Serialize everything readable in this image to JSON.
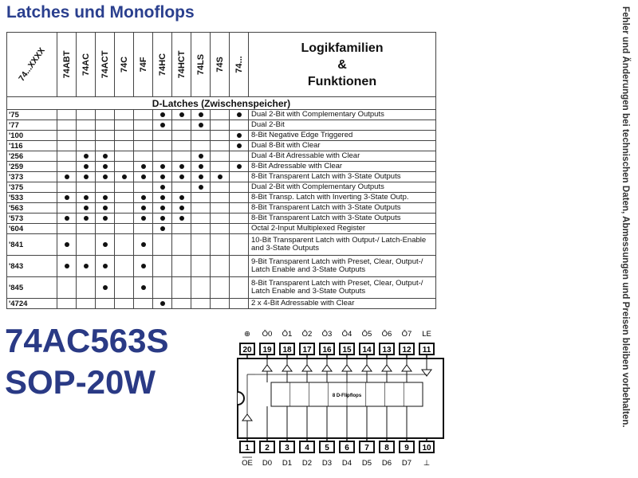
{
  "title": "Latches und Monoflops",
  "side_note": "Fehler und Änderungen bei technischen Daten, Abmessungen und Preisen bleiben vorbehalten.",
  "table": {
    "corner_label": "74...XXXX",
    "families": [
      "74ABT",
      "74AC",
      "74ACT",
      "74C",
      "74F",
      "74HC",
      "74HCT",
      "74LS",
      "74S",
      "74..."
    ],
    "function_header": [
      "Logikfamilien",
      "&",
      "Funktionen"
    ],
    "section": "D-Latches (Zwischenspeicher)",
    "rows": [
      {
        "part": "'75",
        "dots": [
          0,
          0,
          0,
          0,
          0,
          1,
          1,
          1,
          0,
          1
        ],
        "desc": "Dual 2-Bit with Complementary Outputs"
      },
      {
        "part": "'77",
        "dots": [
          0,
          0,
          0,
          0,
          0,
          1,
          0,
          1,
          0,
          0
        ],
        "desc": "Dual 2-Bit"
      },
      {
        "part": "'100",
        "dots": [
          0,
          0,
          0,
          0,
          0,
          0,
          0,
          0,
          0,
          1
        ],
        "desc": "8-Bit Negative Edge Triggered"
      },
      {
        "part": "'116",
        "dots": [
          0,
          0,
          0,
          0,
          0,
          0,
          0,
          0,
          0,
          1
        ],
        "desc": "Dual 8-Bit with Clear"
      },
      {
        "part": "'256",
        "dots": [
          0,
          1,
          1,
          0,
          0,
          0,
          0,
          1,
          0,
          0
        ],
        "desc": "Dual 4-Bit Adressable with Clear"
      },
      {
        "part": "'259",
        "dots": [
          0,
          1,
          1,
          0,
          1,
          1,
          1,
          1,
          0,
          1
        ],
        "desc": "8-Bit Adressable with Clear"
      },
      {
        "part": "'373",
        "dots": [
          1,
          1,
          1,
          1,
          1,
          1,
          1,
          1,
          1,
          0
        ],
        "desc": "8-Bit Transparent Latch with 3-State Outputs"
      },
      {
        "part": "'375",
        "dots": [
          0,
          0,
          0,
          0,
          0,
          1,
          0,
          1,
          0,
          0
        ],
        "desc": "Dual 2-Bit with Complementary Outputs"
      },
      {
        "part": "'533",
        "dots": [
          1,
          1,
          1,
          0,
          1,
          1,
          1,
          0,
          0,
          0
        ],
        "desc": "8-Bit Transp. Latch with Inverting 3-State Outp."
      },
      {
        "part": "'563",
        "dots": [
          0,
          1,
          1,
          0,
          1,
          1,
          1,
          0,
          0,
          0
        ],
        "desc": "8-Bit Transparent Latch with 3-State Outputs"
      },
      {
        "part": "'573",
        "dots": [
          1,
          1,
          1,
          0,
          1,
          1,
          1,
          0,
          0,
          0
        ],
        "desc": "8-Bit Transparent Latch with 3-State Outputs"
      },
      {
        "part": "'604",
        "dots": [
          0,
          0,
          0,
          0,
          0,
          1,
          0,
          0,
          0,
          0
        ],
        "desc": "Octal 2-Input Multiplexed Register"
      },
      {
        "part": "'841",
        "dots": [
          1,
          0,
          1,
          0,
          1,
          0,
          0,
          0,
          0,
          0
        ],
        "desc": "10-Bit Transparent Latch with Output-/ Latch-Enable and 3-State Outputs",
        "tall": true
      },
      {
        "part": "'843",
        "dots": [
          1,
          1,
          1,
          0,
          1,
          0,
          0,
          0,
          0,
          0
        ],
        "desc": "9-Bit Transparent Latch with Preset, Clear, Output-/ Latch Enable and 3-State Outputs",
        "tall": true
      },
      {
        "part": "'845",
        "dots": [
          0,
          0,
          1,
          0,
          1,
          0,
          0,
          0,
          0,
          0
        ],
        "desc": "8-Bit Transparent Latch with Preset, Clear, Output-/ Latch Enable and 3-State Outputs",
        "tall": true
      },
      {
        "part": "'4724",
        "dots": [
          0,
          0,
          0,
          0,
          0,
          1,
          0,
          0,
          0,
          0
        ],
        "desc": "2 x 4-Bit Adressable with Clear"
      }
    ]
  },
  "part_name": "74AC563S",
  "package_name": "SOP-20W",
  "pinout": {
    "top_pins": [
      "20",
      "19",
      "18",
      "17",
      "16",
      "15",
      "14",
      "13",
      "12",
      "11"
    ],
    "top_labels": [
      "⊕",
      "Ō0",
      "Ō1",
      "Ō2",
      "Ō3",
      "Ō4",
      "Ō5",
      "Ō6",
      "Ō7",
      "LE"
    ],
    "bottom_pins": [
      "1",
      "2",
      "3",
      "4",
      "5",
      "6",
      "7",
      "8",
      "9",
      "10"
    ],
    "bottom_labels": [
      "OE",
      "D0",
      "D1",
      "D2",
      "D3",
      "D4",
      "D5",
      "D6",
      "D7",
      "⊥"
    ],
    "center_label": "8 D-Flipflops"
  }
}
